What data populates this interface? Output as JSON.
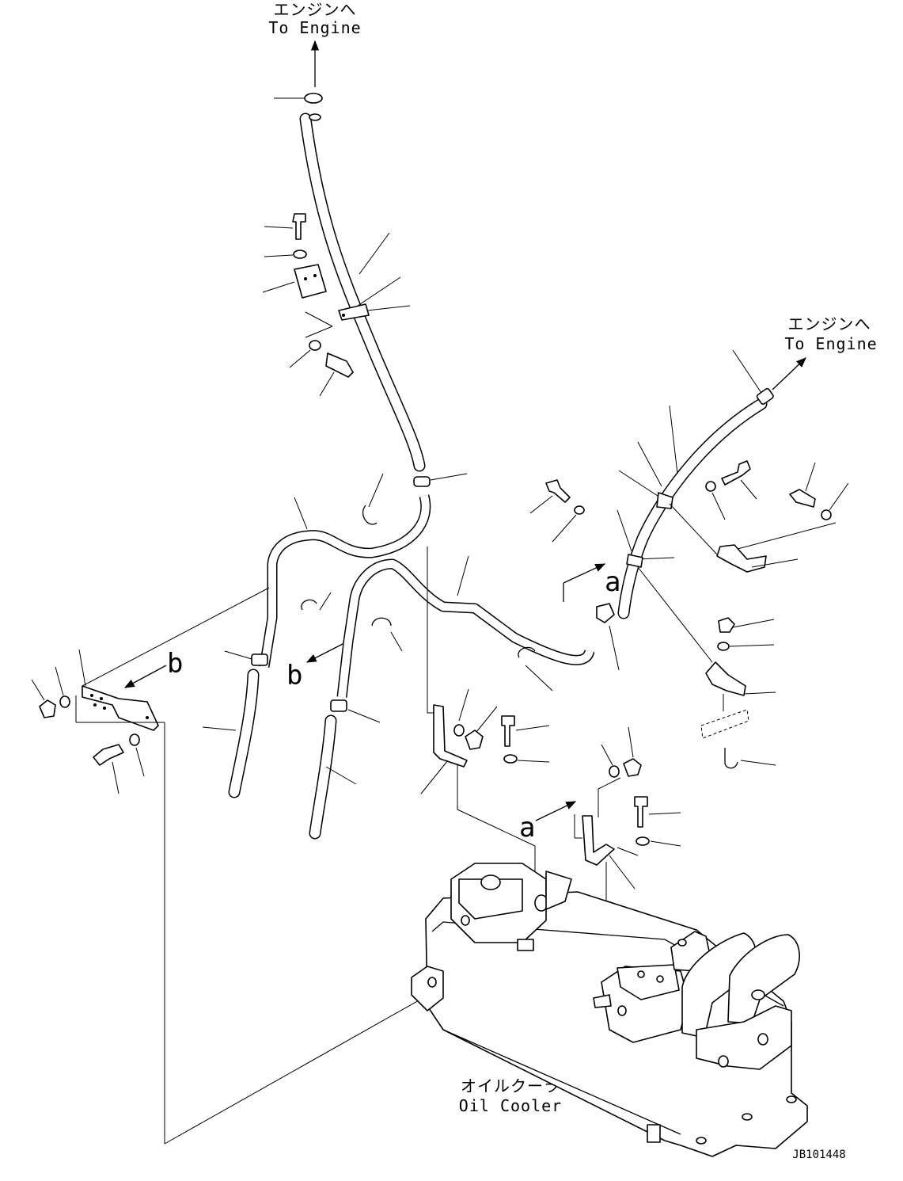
{
  "labels": {
    "top_engine_jp": "エンジンへ",
    "top_engine_en": "To Engine",
    "right_engine_jp": "エンジンへ",
    "right_engine_en": "To Engine",
    "cooler_jp": "オイルクーラ",
    "cooler_en": "Oil Cooler",
    "drawing_id": "JB101448"
  },
  "view_marks": {
    "a_upper": "a",
    "a_lower": "a",
    "b_left": "b",
    "b_mid": "b"
  }
}
